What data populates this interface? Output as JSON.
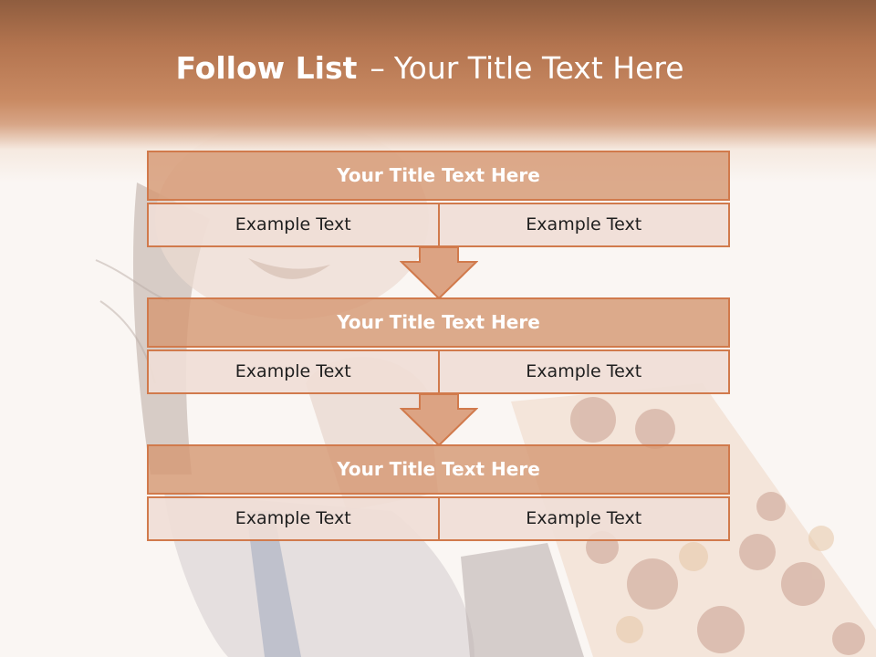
{
  "slide": {
    "title_bold": "Follow List",
    "title_separator": "–",
    "title_rest": "Your Title Text Here"
  },
  "blocks": [
    {
      "title": "Your Title Text Here",
      "left": "Example Text",
      "right": "Example Text"
    },
    {
      "title": "Your Title Text Here",
      "left": "Example Text",
      "right": "Example Text"
    },
    {
      "title": "Your Title Text Here",
      "left": "Example Text",
      "right": "Example Text"
    }
  ],
  "colors": {
    "accent": "#d17a4c",
    "title_fill": "#d69874",
    "cell_fill": "#f0ded6",
    "header_band": "#c98a63"
  }
}
